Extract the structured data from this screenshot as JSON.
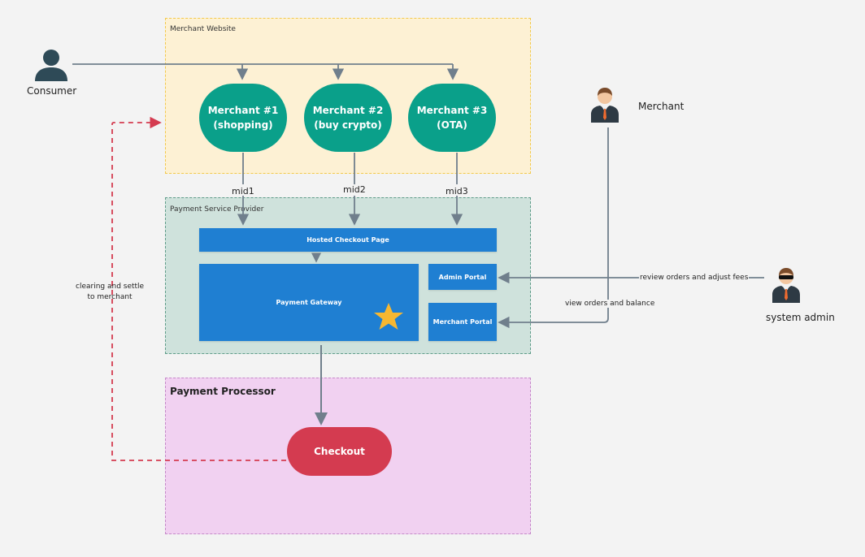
{
  "zones": {
    "merchant_website": {
      "label": "Merchant Website"
    },
    "psp": {
      "label": "Payment Service Provider"
    },
    "processor": {
      "label": "Payment Processor"
    }
  },
  "actors": {
    "consumer": {
      "label": "Consumer",
      "icon": "user-icon"
    },
    "merchant": {
      "label": "Merchant",
      "icon": "businessman-icon"
    },
    "system_admin": {
      "label": "system admin",
      "icon": "admin-sunglasses-icon"
    }
  },
  "merchants": [
    {
      "label": "Merchant #1\n(shopping)"
    },
    {
      "label": "Merchant #2\n(buy crypto)"
    },
    {
      "label": "Merchant #3\n(OTA)"
    }
  ],
  "mids": [
    "mid1",
    "mid2",
    "mid3"
  ],
  "psp_components": {
    "hosted_checkout": "Hosted Checkout Page",
    "payment_gateway": "Payment Gateway",
    "admin_portal": "Admin Portal",
    "merchant_portal": "Merchant Portal",
    "gateway_icon": "star-icon"
  },
  "checkout": {
    "label": "Checkout"
  },
  "edge_labels": {
    "clearing": "clearing and settle\nto merchant",
    "review": "review orders and adjust fees",
    "view": "view orders and balance"
  },
  "colors": {
    "merchant_zone_bg": "#fdf1d4",
    "merchant_zone_border": "#f2c94c",
    "psp_zone_bg": "#cfe2dc",
    "psp_zone_border": "#5f9c89",
    "processor_zone_bg": "#f1d1f1",
    "processor_zone_border": "#c58ac9",
    "teal": "#0aa08a",
    "blue": "#1f7fd2",
    "red": "#d43b50",
    "arrow_gray": "#707f8c",
    "dashed_red": "#d43b50",
    "star": "#f7b731"
  }
}
